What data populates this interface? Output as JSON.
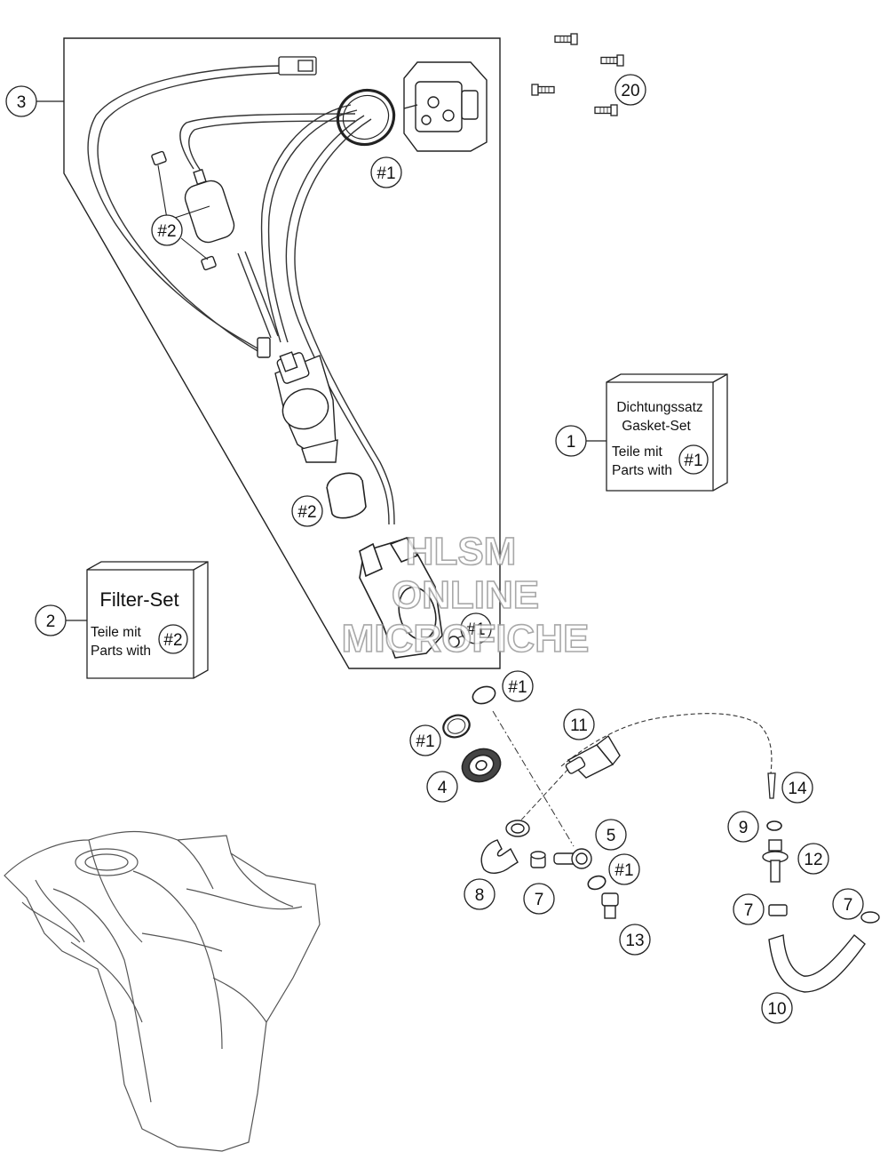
{
  "callouts": {
    "c1": "1",
    "c2": "2",
    "c3": "3",
    "c4": "4",
    "c5": "5",
    "c7a": "7",
    "c7b": "7",
    "c7c": "7",
    "c8": "8",
    "c9": "9",
    "c10": "10",
    "c11": "11",
    "c12": "12",
    "c13": "13",
    "c14": "14",
    "c20": "20",
    "h1_top": "#1",
    "h1_pump": "#1",
    "h1_ring_top": "#1",
    "h1_ring_left": "#1",
    "h1_ring_low": "#1",
    "h2_filter": "#2",
    "h2_sleeve": "#2"
  },
  "gasket_set": {
    "line1": "Dichtungssatz",
    "line2": "Gasket-Set",
    "line3": "Teile mit",
    "line4": "Parts with",
    "ref": "#1"
  },
  "filter_set": {
    "title": "Filter-Set",
    "line1": "Teile mit",
    "line2": "Parts with",
    "ref": "#2"
  },
  "watermark": {
    "line1": "HLSM",
    "line2": "ONLINE",
    "line3": "MICROFICHE"
  }
}
